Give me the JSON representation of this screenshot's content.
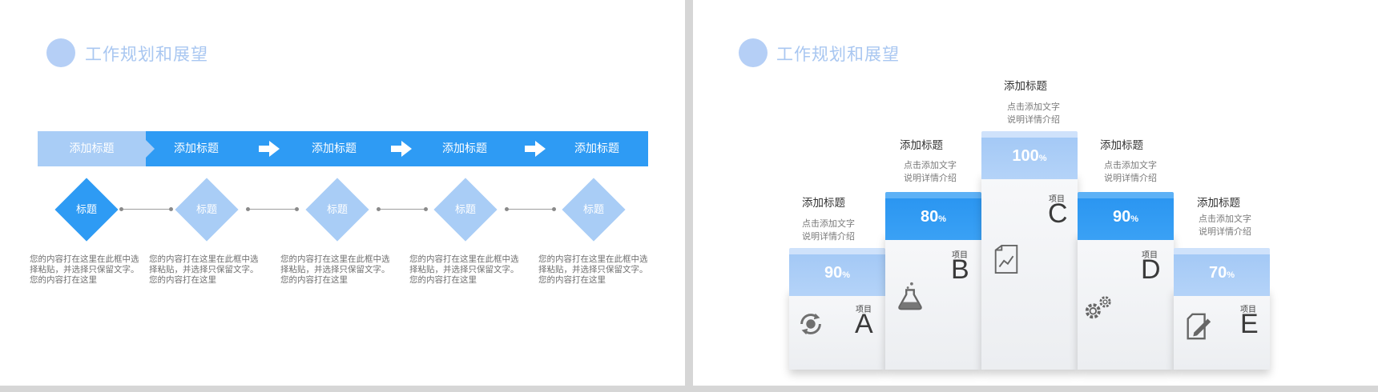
{
  "slide1": {
    "title": "工作规划和展望",
    "bar_labels": [
      "添加标题",
      "添加标题",
      "添加标题",
      "添加标题",
      "添加标题"
    ],
    "diamond_labels": [
      "标题",
      "标题",
      "标题",
      "标题",
      "标题"
    ],
    "descriptions": [
      "您的内容打在这里在此框中选择粘贴，并选择只保留文字。您的内容打在这里",
      "您的内容打在这里在此框中选择粘贴，并选择只保留文字。您的内容打在这里",
      "您的内容打在这里在此框中选择粘贴，并选择只保留文字。您的内容打在这里",
      "您的内容打在这里在此框中选择粘贴，并选择只保留文字。您的内容打在这里",
      "您的内容打在这里在此框中选择粘贴，并选择只保留文字。您的内容打在这里"
    ],
    "colors": {
      "accent": "#2e9bf4",
      "light": "#a9cdf6"
    }
  },
  "slide2": {
    "title": "工作规划和展望",
    "columns": [
      {
        "pct": "90",
        "item_label": "项目",
        "letter": "A",
        "icon": "refresh-icon",
        "title": "添加标题",
        "line1": "点击添加文字",
        "line2": "说明详情介绍"
      },
      {
        "pct": "80",
        "item_label": "项目",
        "letter": "B",
        "icon": "flask-icon",
        "title": "添加标题",
        "line1": "点击添加文字",
        "line2": "说明详情介绍"
      },
      {
        "pct": "100",
        "item_label": "项目",
        "letter": "C",
        "icon": "chart-document-icon",
        "title": "添加标题",
        "line1": "点击添加文字",
        "line2": "说明详情介绍"
      },
      {
        "pct": "90",
        "item_label": "项目",
        "letter": "D",
        "icon": "gears-icon",
        "title": "添加标题",
        "line1": "点击添加文字",
        "line2": "说明详情介绍"
      },
      {
        "pct": "70",
        "item_label": "项目",
        "letter": "E",
        "icon": "edit-document-icon",
        "title": "添加标题",
        "line1": "点击添加文字",
        "line2": "说明详情介绍"
      }
    ],
    "pct_unit": "%",
    "colors": {
      "accent": "#2e9bf4",
      "light": "#a9cdf6"
    }
  }
}
